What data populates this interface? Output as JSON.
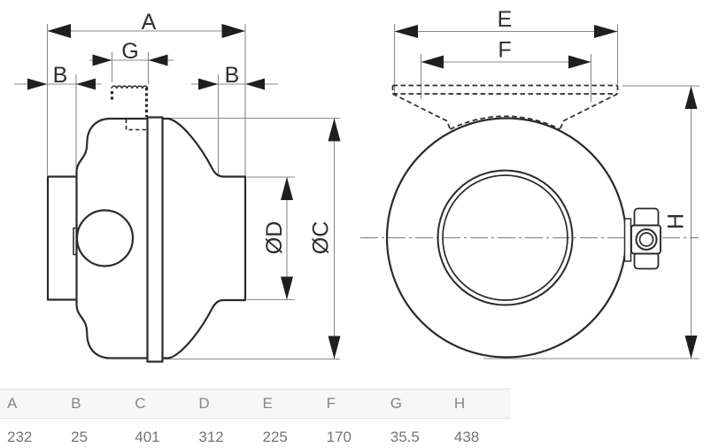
{
  "drawing": {
    "side_view": {
      "dim_a": "A",
      "dim_g": "G",
      "dim_b_left": "B",
      "dim_b_right": "B",
      "dim_d": "ØD",
      "dim_c": "ØC"
    },
    "front_view": {
      "dim_e": "E",
      "dim_f": "F",
      "dim_h": "H"
    }
  },
  "dimensions_table": {
    "columns": [
      "A",
      "B",
      "C",
      "D",
      "E",
      "F",
      "G",
      "H"
    ],
    "values": [
      "232",
      "25",
      "401",
      "312",
      "225",
      "170",
      "35.5",
      "438"
    ]
  },
  "colors": {
    "outline": "#2b2b2b",
    "dimension_line": "#8a8a8a",
    "arrow": "#1f1f1f",
    "table_header_bg": "#f7f7f7",
    "table_border": "#e3e3e3",
    "table_text": "#757575"
  }
}
